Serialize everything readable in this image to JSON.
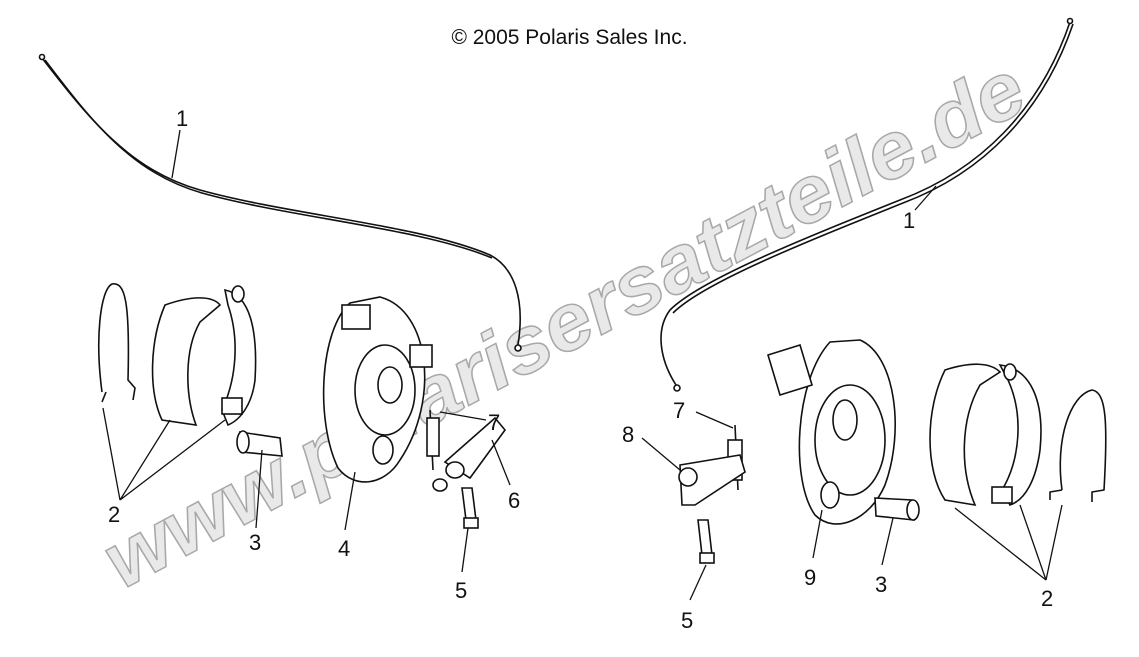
{
  "copyright": "© 2005 Polaris Sales Inc.",
  "watermark": "www.polarisersatzteile.de",
  "callouts": {
    "left": {
      "cable": "1",
      "shoes": "2",
      "cam": "3",
      "backing_plate": "4",
      "bolt": "5",
      "lever": "6",
      "spring": "7"
    },
    "right": {
      "cable": "1",
      "spring": "7",
      "lever": "8",
      "bolt": "5",
      "backing_plate": "9",
      "cam": "3",
      "shoes": "2"
    }
  }
}
